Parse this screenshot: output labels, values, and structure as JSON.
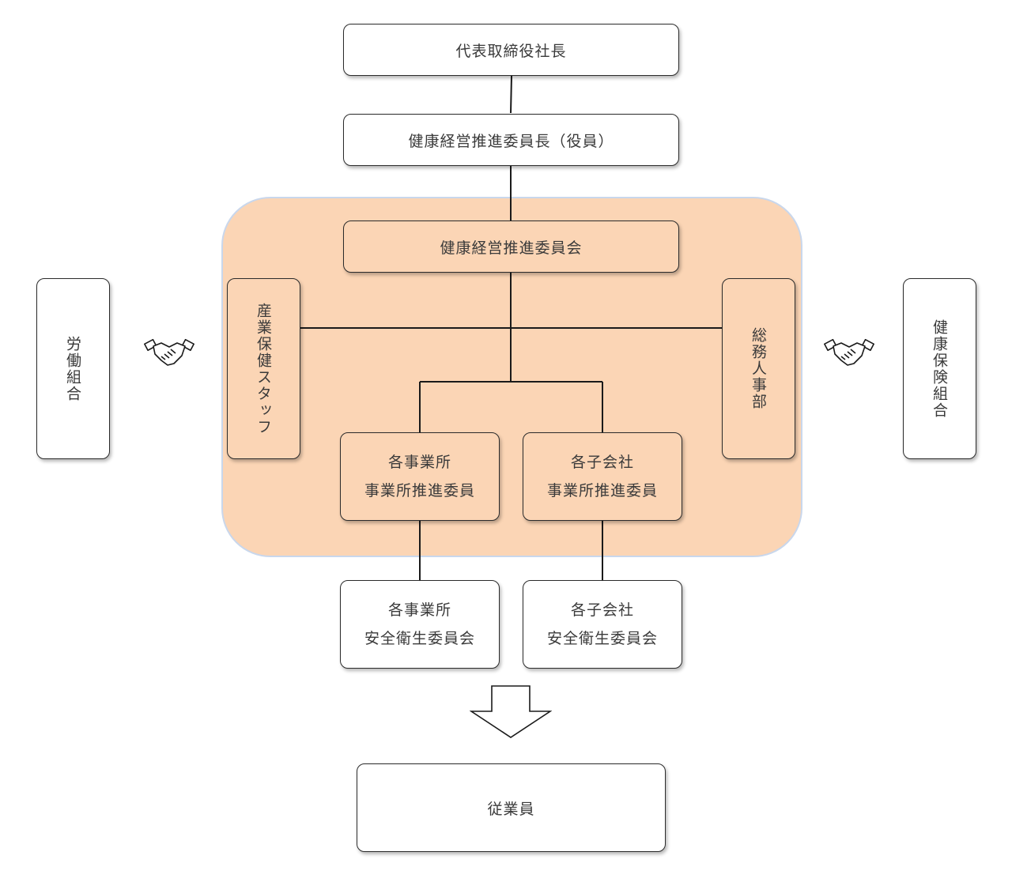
{
  "diagram": {
    "nodes": {
      "president": "代表取締役社長",
      "committee_chair": "健康経営推進委員長（役員）",
      "committee": "健康経営推進委員会",
      "health_staff": "産業保健スタッフ",
      "general_hr": "総務人事部",
      "labor_union": "労働組合",
      "health_insurance_union": "健康保険組合",
      "office_promoter": {
        "line1": "各事業所",
        "line2": "事業所推進委員"
      },
      "subsidiary_promoter": {
        "line1": "各子会社",
        "line2": "事業所推進委員"
      },
      "office_safety": {
        "line1": "各事業所",
        "line2": "安全衛生委員会"
      },
      "subsidiary_safety": {
        "line1": "各子会社",
        "line2": "安全衛生委員会"
      },
      "employees": "従業員"
    },
    "icons": [
      "handshake-icon",
      "handshake-icon",
      "down-arrow-icon"
    ],
    "colors": {
      "committee_fill": "#fbd5b5",
      "committee_border": "#c9d7ec",
      "box_border": "#2b2b2b"
    }
  }
}
